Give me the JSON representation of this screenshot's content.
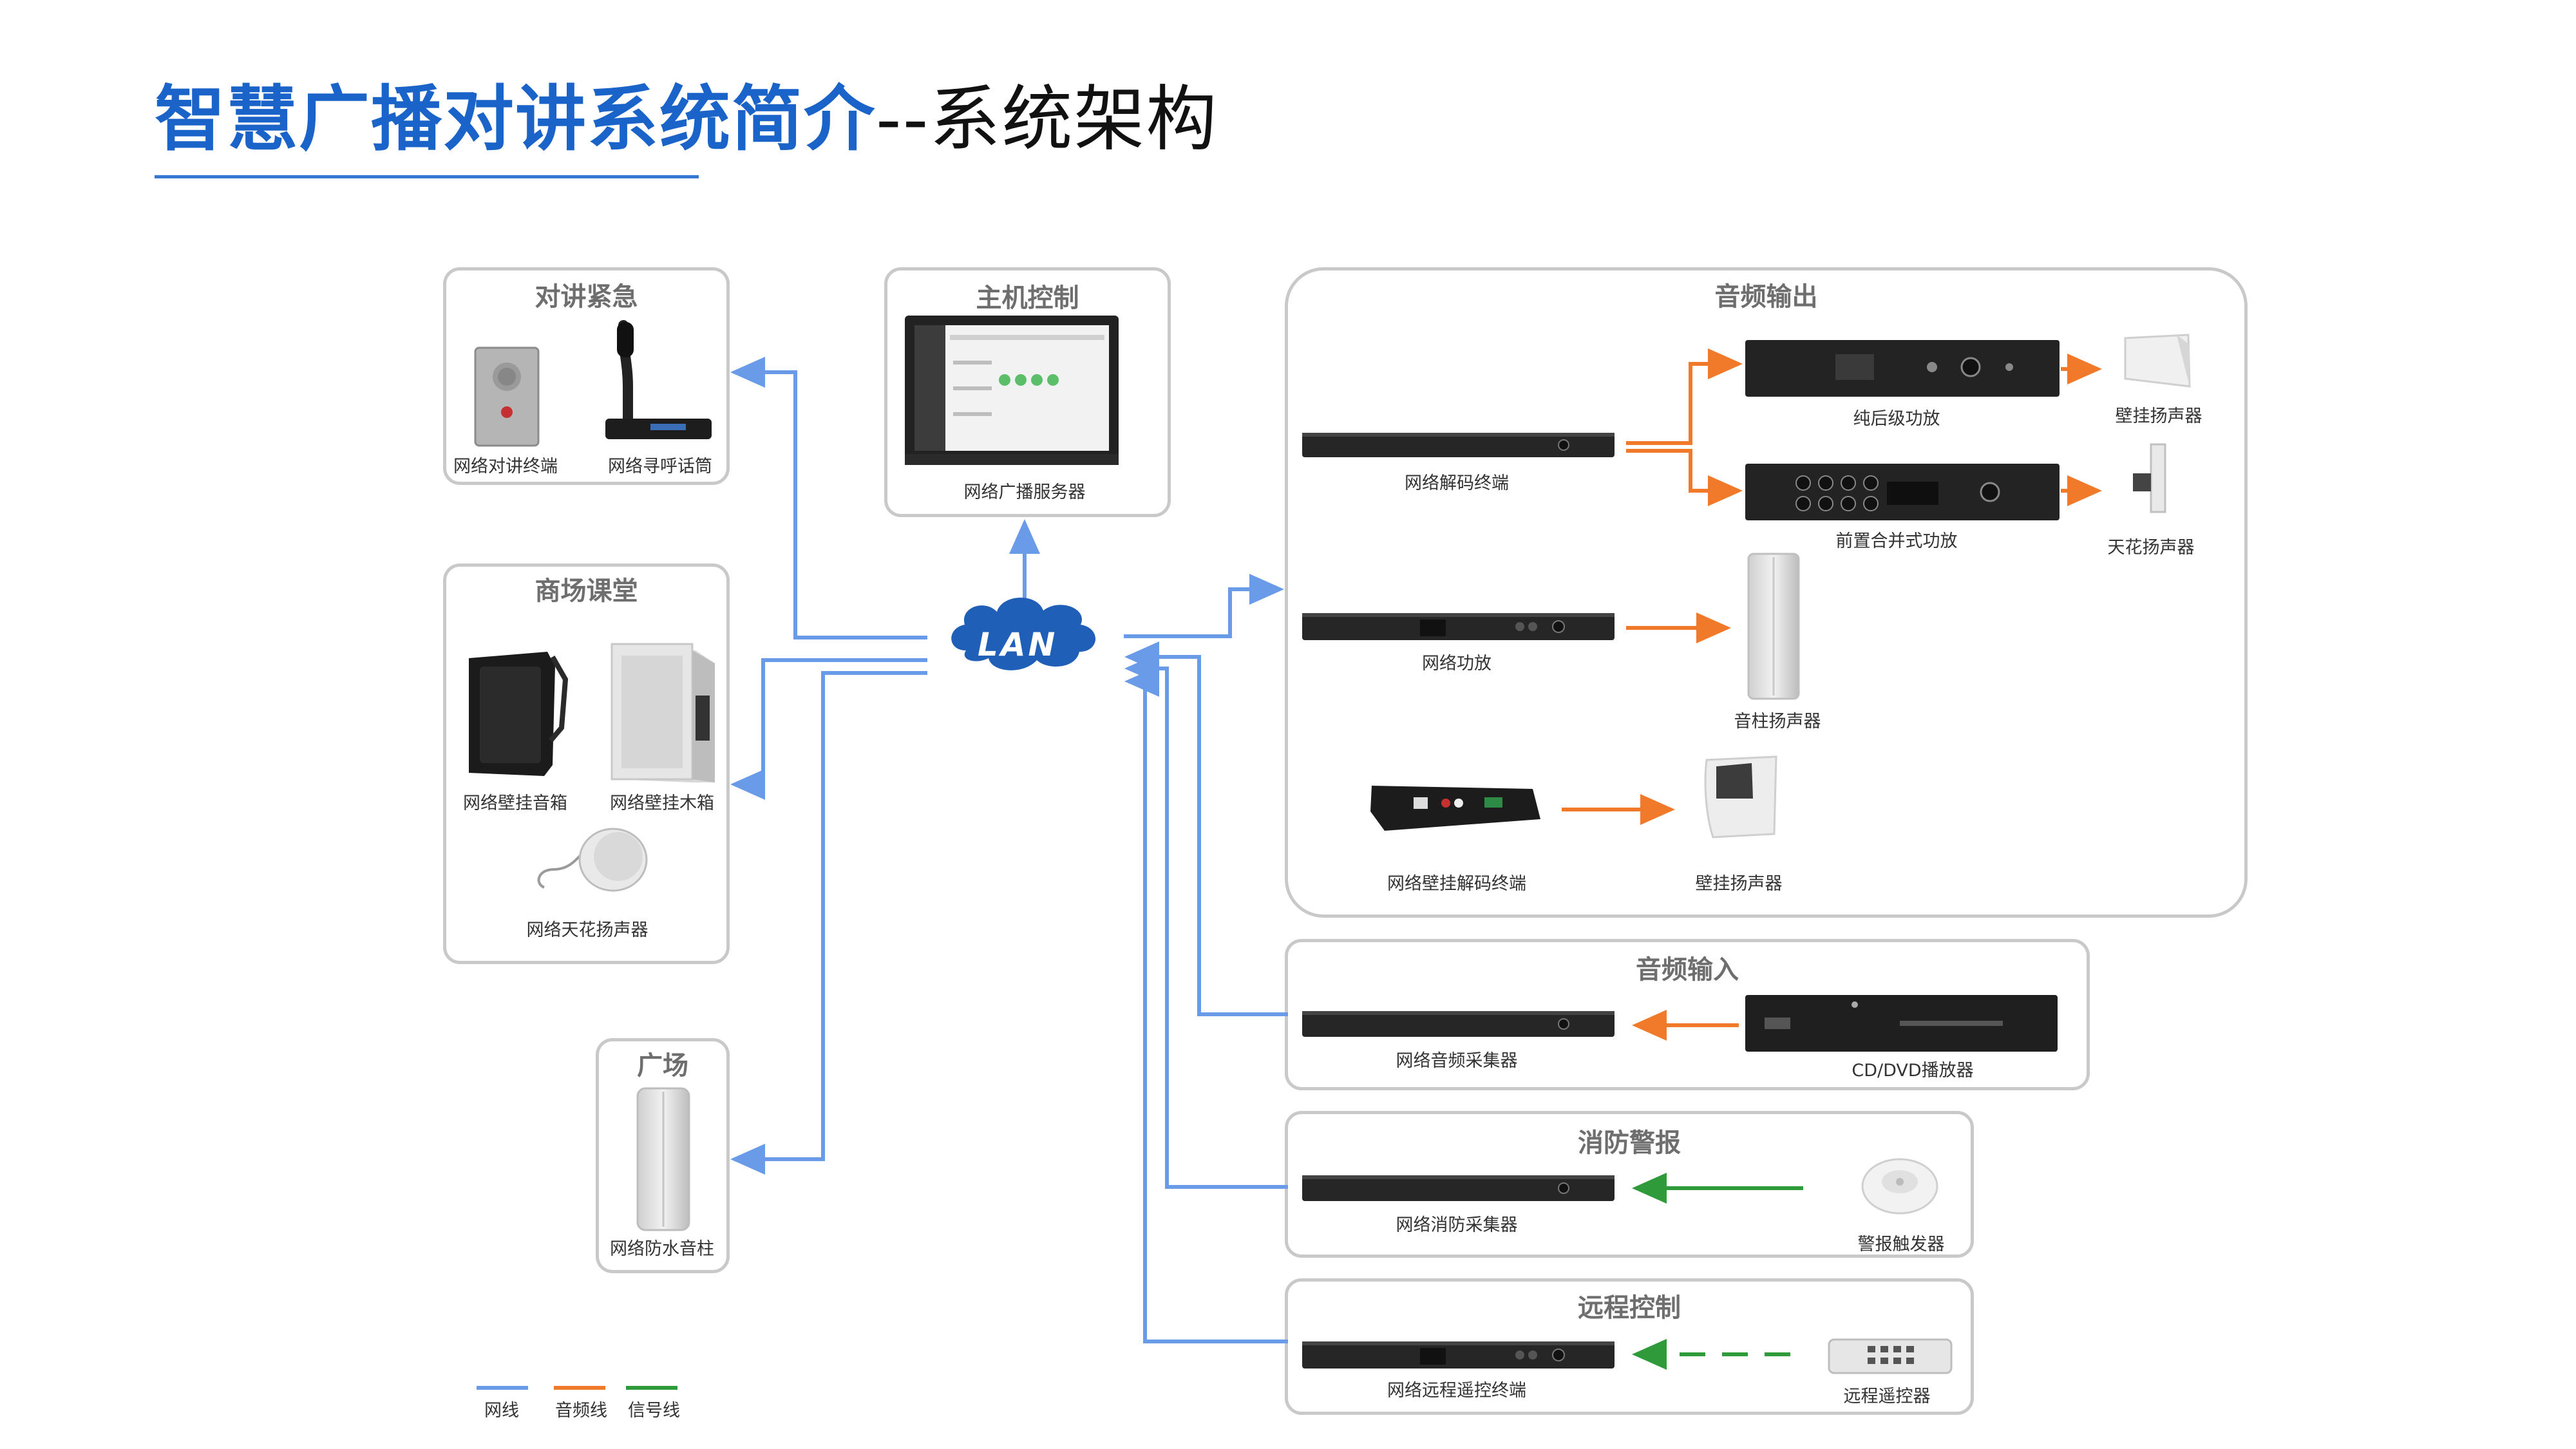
{
  "title": {
    "main": "智慧广播对讲系统简介",
    "sub": "--系统架构"
  },
  "lan": "LAN",
  "groups": {
    "intercom": {
      "title": "对讲紧急",
      "devices": [
        "网络对讲终端",
        "网络寻呼话筒"
      ]
    },
    "host": {
      "title": "主机控制",
      "devices": [
        "网络广播服务器"
      ]
    },
    "mall": {
      "title": "商场课堂",
      "devices": [
        "网络壁挂音箱",
        "网络壁挂木箱",
        "网络天花扬声器"
      ]
    },
    "square": {
      "title": "广场",
      "devices": [
        "网络防水音柱"
      ]
    },
    "output": {
      "title": "音频输出",
      "devices": [
        "网络解码终端",
        "纯后级功放",
        "前置合并式功放",
        "壁挂扬声器",
        "天花扬声器",
        "网络功放",
        "音柱扬声器",
        "网络壁挂解码终端",
        "壁挂扬声器"
      ]
    },
    "input": {
      "title": "音频输入",
      "devices": [
        "网络音频采集器",
        "CD/DVD播放器"
      ]
    },
    "fire": {
      "title": "消防警报",
      "devices": [
        "网络消防采集器",
        "警报触发器"
      ]
    },
    "remote": {
      "title": "远程控制",
      "devices": [
        "网络远程遥控终端",
        "远程遥控器"
      ]
    }
  },
  "legend": [
    {
      "label": "网线",
      "color": "#6a9be8"
    },
    {
      "label": "音频线",
      "color": "#f07a2a"
    },
    {
      "label": "信号线",
      "color": "#2f9a3a"
    }
  ],
  "colors": {
    "network": "#6a9be8",
    "audio": "#f07a2a",
    "signal": "#2f9a3a",
    "accent": "#1a63c8"
  }
}
